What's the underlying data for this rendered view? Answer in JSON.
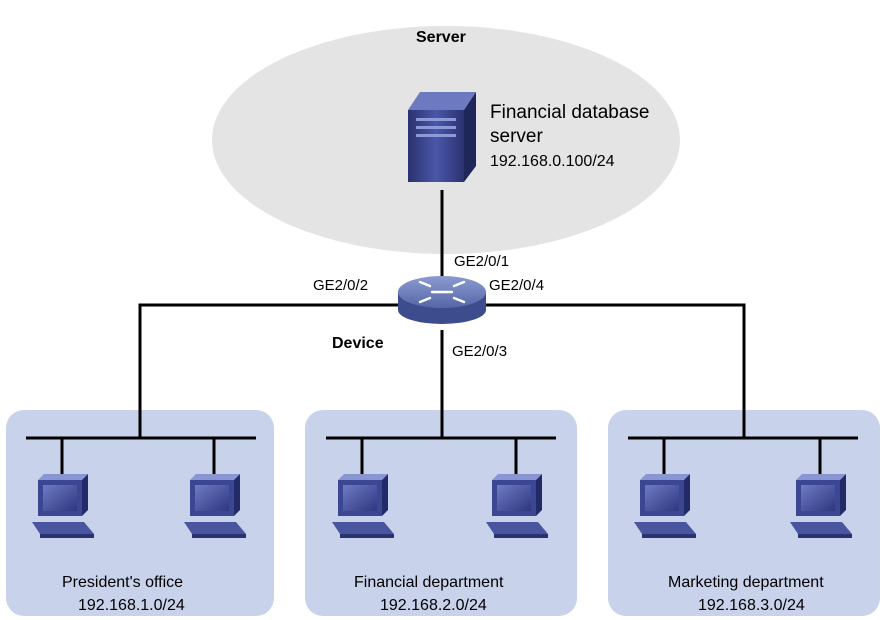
{
  "server_zone": {
    "label": "Server",
    "server_name_line1": "Financial database",
    "server_name_line2": "server",
    "server_ip": "192.168.0.100/24"
  },
  "device": {
    "label": "Device",
    "ports": {
      "top": "GE2/0/1",
      "left": "GE2/0/2",
      "bottom": "GE2/0/3",
      "right": "GE2/0/4"
    }
  },
  "groups": [
    {
      "name": "President's office",
      "subnet": "192.168.1.0/24"
    },
    {
      "name": "Financial department",
      "subnet": "192.168.2.0/24"
    },
    {
      "name": "Marketing department",
      "subnet": "192.168.3.0/24"
    }
  ],
  "colors": {
    "server_zone_fill": "#e4e4e4",
    "group_fill": "#c8d2ea",
    "device_blue": "#5c6fa8",
    "pc_blue": "#4a55a0",
    "line": "#000000"
  }
}
